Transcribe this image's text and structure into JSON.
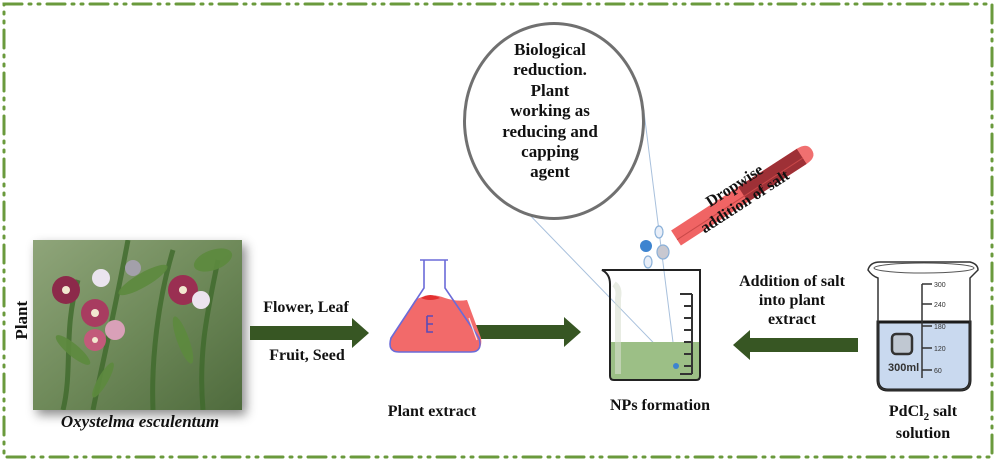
{
  "diagram": {
    "title_side_label": "Plant",
    "plant": {
      "species_name": "Oxystelma esculentum",
      "photo_icon": "plant-photo"
    },
    "arrow1": {
      "label_top": "Flower, Leaf",
      "label_bottom": "Fruit, Seed"
    },
    "flask": {
      "label": "Plant extract"
    },
    "beaker_np": {
      "label": "NPs formation"
    },
    "callout": {
      "lines": [
        "Biological",
        "reduction.",
        "Plant",
        "working as",
        "reducing and",
        "capping",
        "agent"
      ]
    },
    "test_tube": {
      "label_line1": "Dropwise",
      "label_line2": "addition of salt"
    },
    "arrow3": {
      "lines": [
        "Addition of salt",
        "into plant",
        "extract"
      ]
    },
    "salt_beaker": {
      "label_formula_main": "PdCl",
      "label_formula_sub": "2",
      "label_formula_rest": " salt",
      "label_line2": "solution",
      "volume_marking": "300ml",
      "scale_ticks": [
        "300",
        "240",
        "180",
        "120",
        "60"
      ]
    },
    "colors": {
      "border_green": "#6a9a3c",
      "arrow_green": "#375623",
      "extract_red": "#f26a6a",
      "np_green": "#9cbf86",
      "salt_blue": "#c9d9ef",
      "tube_red": "#f06464",
      "callout_gray": "#707070"
    }
  }
}
